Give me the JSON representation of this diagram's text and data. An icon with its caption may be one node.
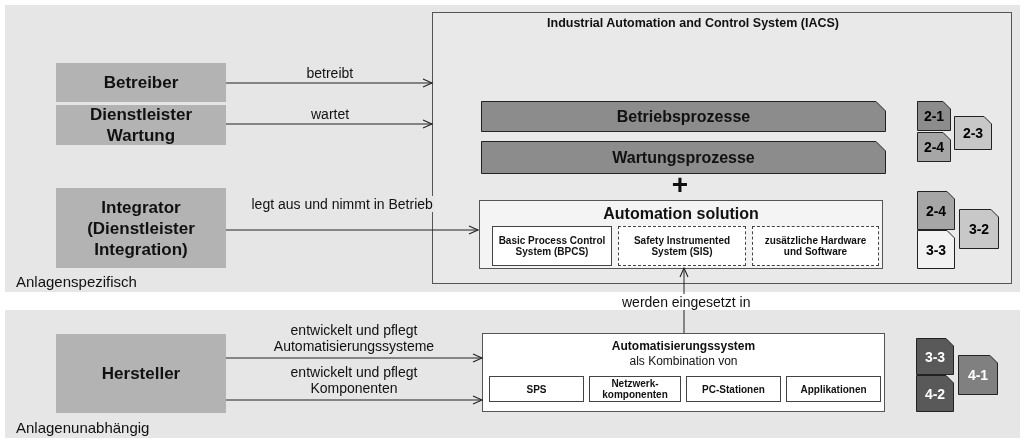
{
  "diagram": {
    "nodes": [
      {
        "text": [
          "Anlagenspezifisch"
        ]
      },
      {
        "text": [
          "Betreiber"
        ],
        "in": 0
      },
      {
        "text": [
          "Dienstleister Wartung"
        ],
        "in": 0
      },
      {
        "text": [
          "Integrator (Dienstleister Integration)"
        ],
        "in": 0
      },
      {
        "text": [
          "Industrial Automation and Control System (IACS)"
        ],
        "in": 0
      },
      {
        "text": [
          "Betriebsprozesse"
        ],
        "in": 4
      },
      {
        "text": [
          "Wartungsprozesse"
        ],
        "in": 4
      },
      {
        "text": [
          "Automation solution"
        ],
        "in": 4
      },
      {
        "text": [
          "Basic Process Control System (BPCS)"
        ],
        "in": 7
      },
      {
        "text": [
          "Safety Instrumented System (SIS)"
        ],
        "in": 7
      },
      {
        "text": [
          "zusätzliche Hardware und Software"
        ],
        "in": 7
      },
      {
        "text": [
          "2-1"
        ],
        "in": 4
      },
      {
        "text": [
          "2-4"
        ],
        "in": 4
      },
      {
        "text": [
          "2-3"
        ],
        "in": 4
      },
      {
        "text": [
          "2-4"
        ],
        "in": 4
      },
      {
        "text": [
          "3-3"
        ],
        "in": 4
      },
      {
        "text": [
          "3-2"
        ],
        "in": 4
      },
      {
        "text": [
          "Anlagenunabhängig"
        ]
      },
      {
        "text": [
          "Hersteller"
        ],
        "in": 17
      },
      {
        "text": [
          "Automatisierungssystem",
          "als Kombination von"
        ],
        "in": 17
      },
      {
        "text": [
          "SPS"
        ],
        "in": 19
      },
      {
        "text": [
          "Netzwerk- komponenten"
        ],
        "in": 19
      },
      {
        "text": [
          "PC-Stationen"
        ],
        "in": 19
      },
      {
        "text": [
          "Applikationen"
        ],
        "in": 19
      },
      {
        "text": [
          "3-3"
        ],
        "in": 17
      },
      {
        "text": [
          "4-2"
        ],
        "in": 17
      },
      {
        "text": [
          "4-1"
        ],
        "in": 17
      }
    ],
    "edges": [
      {
        "from": 1,
        "to": 4,
        "arrow": "to",
        "label": "betreibt"
      },
      {
        "from": 2,
        "to": 4,
        "arrow": "to",
        "label": "wartet"
      },
      {
        "from": 3,
        "to": 7,
        "arrow": "to",
        "label": "legt aus und nimmt in Betrieb"
      },
      {
        "from": 19,
        "to": 7,
        "arrow": "to",
        "label": "werden eingesetzt in"
      },
      {
        "from": 18,
        "to": 19,
        "arrow": "to",
        "label": "entwickelt und pflegt Automatisierungssysteme"
      },
      {
        "from": 18,
        "to": 19,
        "arrow": "to",
        "label": "entwickelt und pflegt Komponenten"
      }
    ],
    "labels": [
      "+"
    ]
  }
}
